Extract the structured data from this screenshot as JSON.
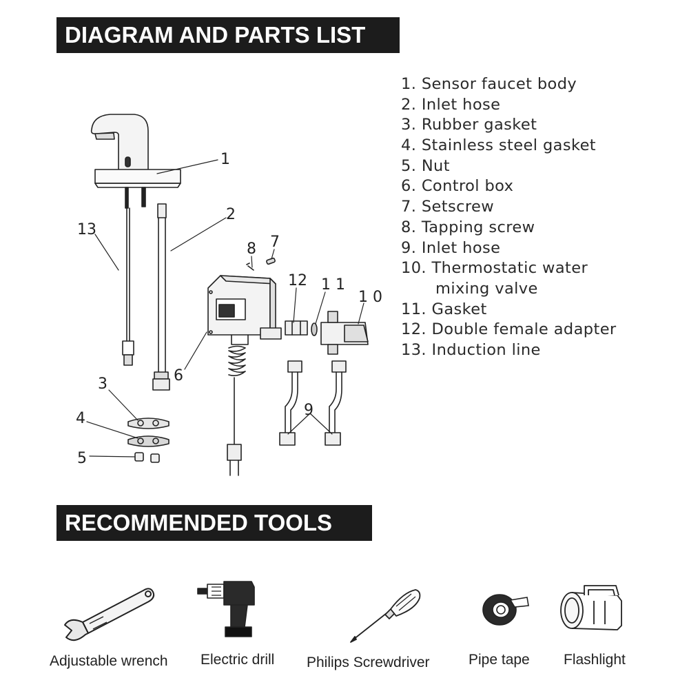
{
  "headers": {
    "diagram": "DIAGRAM AND PARTS LIST",
    "tools": "RECOMMENDED TOOLS"
  },
  "parts": [
    {
      "line": "1. Sensor faucet body"
    },
    {
      "line": "2. Inlet hose"
    },
    {
      "line": "3. Rubber gasket"
    },
    {
      "line": "4. Stainless steel gasket"
    },
    {
      "line": "5. Nut"
    },
    {
      "line": "6. Control box"
    },
    {
      "line": "7. Setscrew"
    },
    {
      "line": "8. Tapping screw"
    },
    {
      "line": "9. Inlet hose"
    },
    {
      "line": "10. Thermostatic water"
    },
    {
      "line": "mixing valve",
      "continuation": true
    },
    {
      "line": "11. Gasket"
    },
    {
      "line": "12. Double female adapter"
    },
    {
      "line": "13. Induction line"
    }
  ],
  "callouts": {
    "c1": "1",
    "c2": "2",
    "c3": "3",
    "c4": "4",
    "c5": "5",
    "c6": "6",
    "c7": "7",
    "c8": "8",
    "c9": "9",
    "c10": "1 0",
    "c11": "1 1",
    "c12": "12",
    "c13": "13"
  },
  "tools": [
    {
      "label": "Adjustable wrench",
      "icon": "wrench-icon"
    },
    {
      "label": "Electric drill",
      "icon": "drill-icon"
    },
    {
      "label": "Philips Screwdriver",
      "icon": "screwdriver-icon"
    },
    {
      "label": "Pipe tape",
      "icon": "tape-icon"
    },
    {
      "label": "Flashlight",
      "icon": "flashlight-icon"
    }
  ],
  "colors": {
    "header_bg": "#1c1c1c",
    "header_text": "#ffffff",
    "line_art": "#222222"
  }
}
